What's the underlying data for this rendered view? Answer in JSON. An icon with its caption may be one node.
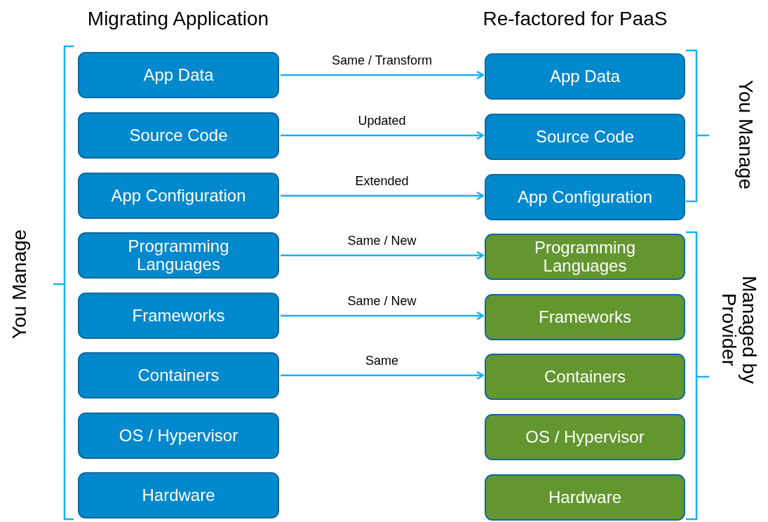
{
  "diagram": {
    "nodes": [
      {
        "text": [
          "App Data"
        ]
      },
      {
        "text": [
          "Source Code"
        ]
      },
      {
        "text": [
          "App Configuration"
        ]
      },
      {
        "text": [
          "Programming Languages"
        ]
      },
      {
        "text": [
          "Frameworks"
        ]
      },
      {
        "text": [
          "Containers"
        ]
      },
      {
        "text": [
          "OS / Hypervisor"
        ]
      },
      {
        "text": [
          "Hardware"
        ]
      },
      {
        "text": [
          "App Data"
        ]
      },
      {
        "text": [
          "Source Code"
        ]
      },
      {
        "text": [
          "App Configuration"
        ]
      },
      {
        "text": [
          "Programming Languages"
        ]
      },
      {
        "text": [
          "Frameworks"
        ]
      },
      {
        "text": [
          "Containers"
        ]
      },
      {
        "text": [
          "OS / Hypervisor"
        ]
      },
      {
        "text": [
          "Hardware"
        ]
      }
    ],
    "edges": [
      {
        "from": 0,
        "to": 8,
        "arrow": "to",
        "label": "Same / Transform"
      },
      {
        "from": 1,
        "to": 9,
        "arrow": "to",
        "label": "Updated"
      },
      {
        "from": 2,
        "to": 10,
        "arrow": "to",
        "label": "Extended"
      },
      {
        "from": 3,
        "to": 11,
        "arrow": "to",
        "label": "Same / New"
      },
      {
        "from": 4,
        "to": 12,
        "arrow": "to",
        "label": "Same / New"
      },
      {
        "from": 5,
        "to": 13,
        "arrow": "to",
        "label": "Same"
      }
    ],
    "labels": [
      "Migrating Application",
      "Re-factored for PaaS",
      "You Manage",
      "You Manage",
      "Managed by Provider"
    ]
  }
}
